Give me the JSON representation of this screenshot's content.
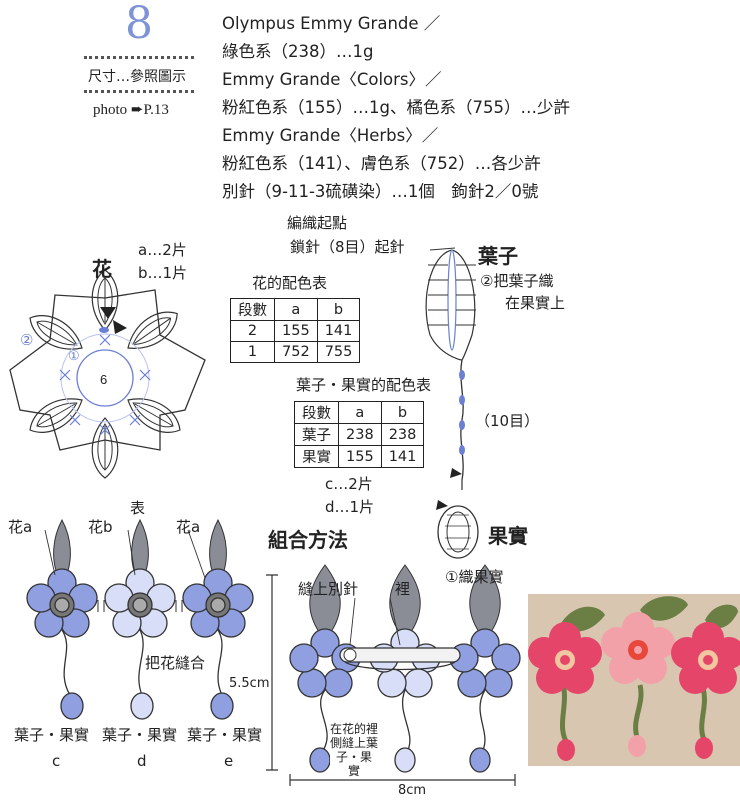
{
  "header": {
    "number": "8",
    "size_note": "尺寸…參照圖示",
    "photo_ref": "photo ➨P.13",
    "materials": [
      "Olympus Emmy Grande ／",
      "綠色系（238）…1g",
      "Emmy Grande〈Colors〉／",
      "粉紅色系（155）…1g、橘色系（755）…少許",
      "Emmy Grande〈Herbs〉／",
      "粉紅色系（141）、膚色系（752）…各少許",
      "別針（9-11-3硫磺染）…1個　鉤針2／0號"
    ]
  },
  "flower": {
    "title": "花",
    "qty_a": "a…2片",
    "qty_b": "b…1片",
    "center_count": "6",
    "round_1": "①",
    "round_2": "②"
  },
  "flower_color_table": {
    "title": "花的配色表",
    "headers": [
      "段數",
      "a",
      "b"
    ],
    "rows": [
      [
        "2",
        "155",
        "141"
      ],
      [
        "1",
        "752",
        "755"
      ]
    ]
  },
  "leaf_fruit_color_table": {
    "title": "葉子・果實的配色表",
    "headers": [
      "段數",
      "a",
      "b"
    ],
    "rows": [
      [
        "葉子",
        "238",
        "238"
      ],
      [
        "果實",
        "155",
        "141"
      ]
    ],
    "qty_c": "c…2片",
    "qty_d": "d…1片"
  },
  "leaf": {
    "start_label": "編織起點",
    "chain_label": "鎖針（8目）起針",
    "title": "葉子",
    "note_line1": "②把葉子織",
    "note_line2": "在果實上",
    "stem_count": "（10目）"
  },
  "fruit": {
    "title": "果實",
    "note": "①織果實"
  },
  "front_view": {
    "label": "表",
    "flower_a": "花a",
    "flower_b": "花b",
    "flower_a2": "花a",
    "join_note": "把花縫合",
    "bottom_labels": [
      "葉子・果實",
      "葉子・果實",
      "葉子・果實"
    ],
    "letters": [
      "c",
      "d",
      "e"
    ]
  },
  "assembly": {
    "title": "組合方法",
    "pin_label": "縫上別針",
    "back_label": "裡",
    "height": "5.5cm",
    "width": "8cm",
    "sew_note": [
      "在花的裡",
      "側縫上葉",
      "子・果",
      "實"
    ]
  },
  "colors": {
    "petal_blue": "#8f9fe0",
    "petal_light": "#d8def7",
    "leaf_gray": "#8a8d96",
    "accent_blue": "#6b7fd4"
  }
}
